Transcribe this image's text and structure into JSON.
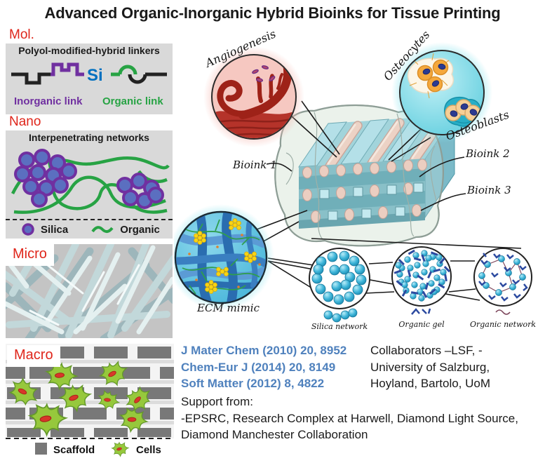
{
  "title": "Advanced Organic-Inorganic Hybrid Bioinks for Tissue Printing",
  "colors": {
    "red": "#df261b",
    "si-blue": "#0070c0",
    "purple": "#7030a0",
    "green": "#27a344",
    "citation-blue": "#4f81bd",
    "panel-gray": "#d9d9d9",
    "text-black": "#1a1a1a"
  },
  "panels": {
    "mol": {
      "label": "Mol.",
      "title": "Polyol-modified-hybrid linkers",
      "si": "Si",
      "inorganic_link": "Inorganic link",
      "organic_link": "Organic link"
    },
    "nano": {
      "label": "Nano",
      "title": "Interpenetrating networks",
      "legend_silica": "Silica",
      "legend_organic": "Organic"
    },
    "micro": {
      "label": "Micro"
    },
    "macro": {
      "label": "Macro",
      "legend_scaffold": "Scaffold",
      "legend_cells": "Cells"
    }
  },
  "illustration": {
    "angiogenesis_label": "Angiogenesis",
    "osteocytes_label": "Osteocytes",
    "osteoblasts_label": "Osteoblasts",
    "bioink1_label": "Bioink 1",
    "bioink2_label": "Bioink 2",
    "bioink3_label": "Bioink 3",
    "ecm_label": "ECM mimic",
    "silica_network_label": "Silica network",
    "organic_gel_label": "Organic gel",
    "organic_network_label": "Organic network"
  },
  "references": [
    "J Mater Chem (2010) 20, 8952",
    "Chem-Eur J (2014) 20, 8149",
    "Soft Matter (2012) 8, 4822"
  ],
  "collaborators": [
    "Collaborators –LSF, -",
    "University of Salzburg,",
    "Hoyland, Bartolo, UoM"
  ],
  "support": [
    "Support from:",
    "-EPSRC, Research Complex at Harwell, Diamond Light Source,",
    "Diamond Manchester Collaboration"
  ]
}
